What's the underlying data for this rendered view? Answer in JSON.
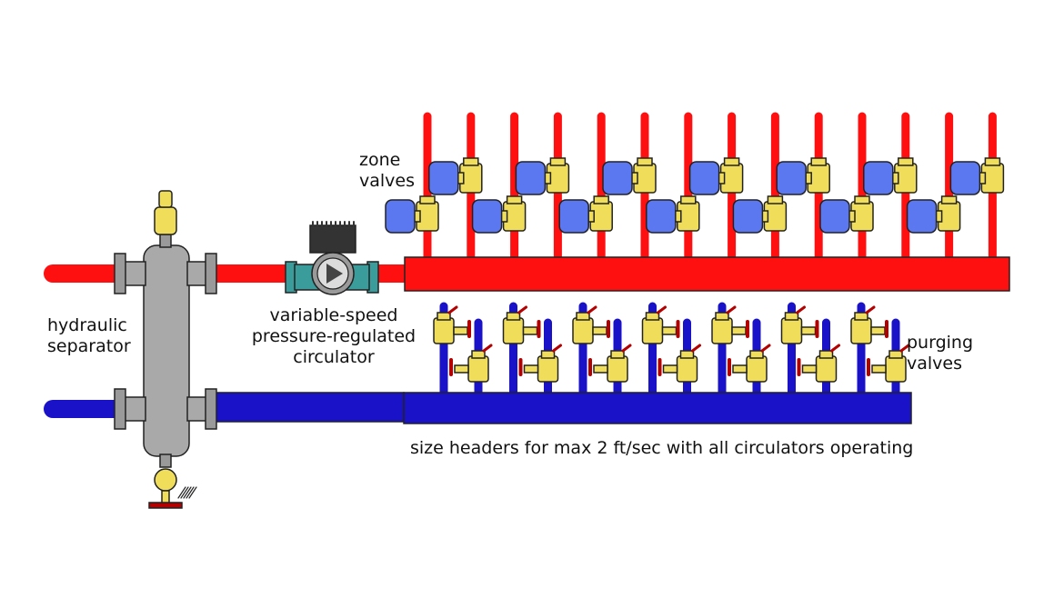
{
  "labels": {
    "zone_valves_1": "zone",
    "zone_valves_2": "valves",
    "hydraulic_separator_1": "hydraulic",
    "hydraulic_separator_2": "separator",
    "circulator_1": "variable-speed",
    "circulator_2": "pressure-regulated",
    "circulator_3": "circulator",
    "purging_valves_1": "purging",
    "purging_valves_2": "valves",
    "header_note": "size headers for max 2 ft/sec with all circulators operating"
  },
  "colors": {
    "supply_pipe": "#ff1010",
    "return_pipe": "#1a12c8",
    "separator_body": "#a9a9a9",
    "brass": "#f0de5a",
    "actuator": "#5b78f0",
    "circulator": "#3b9c9c",
    "pipe_outline": "#222222"
  },
  "zone_count": 14,
  "purging_valve_pairs": 7
}
